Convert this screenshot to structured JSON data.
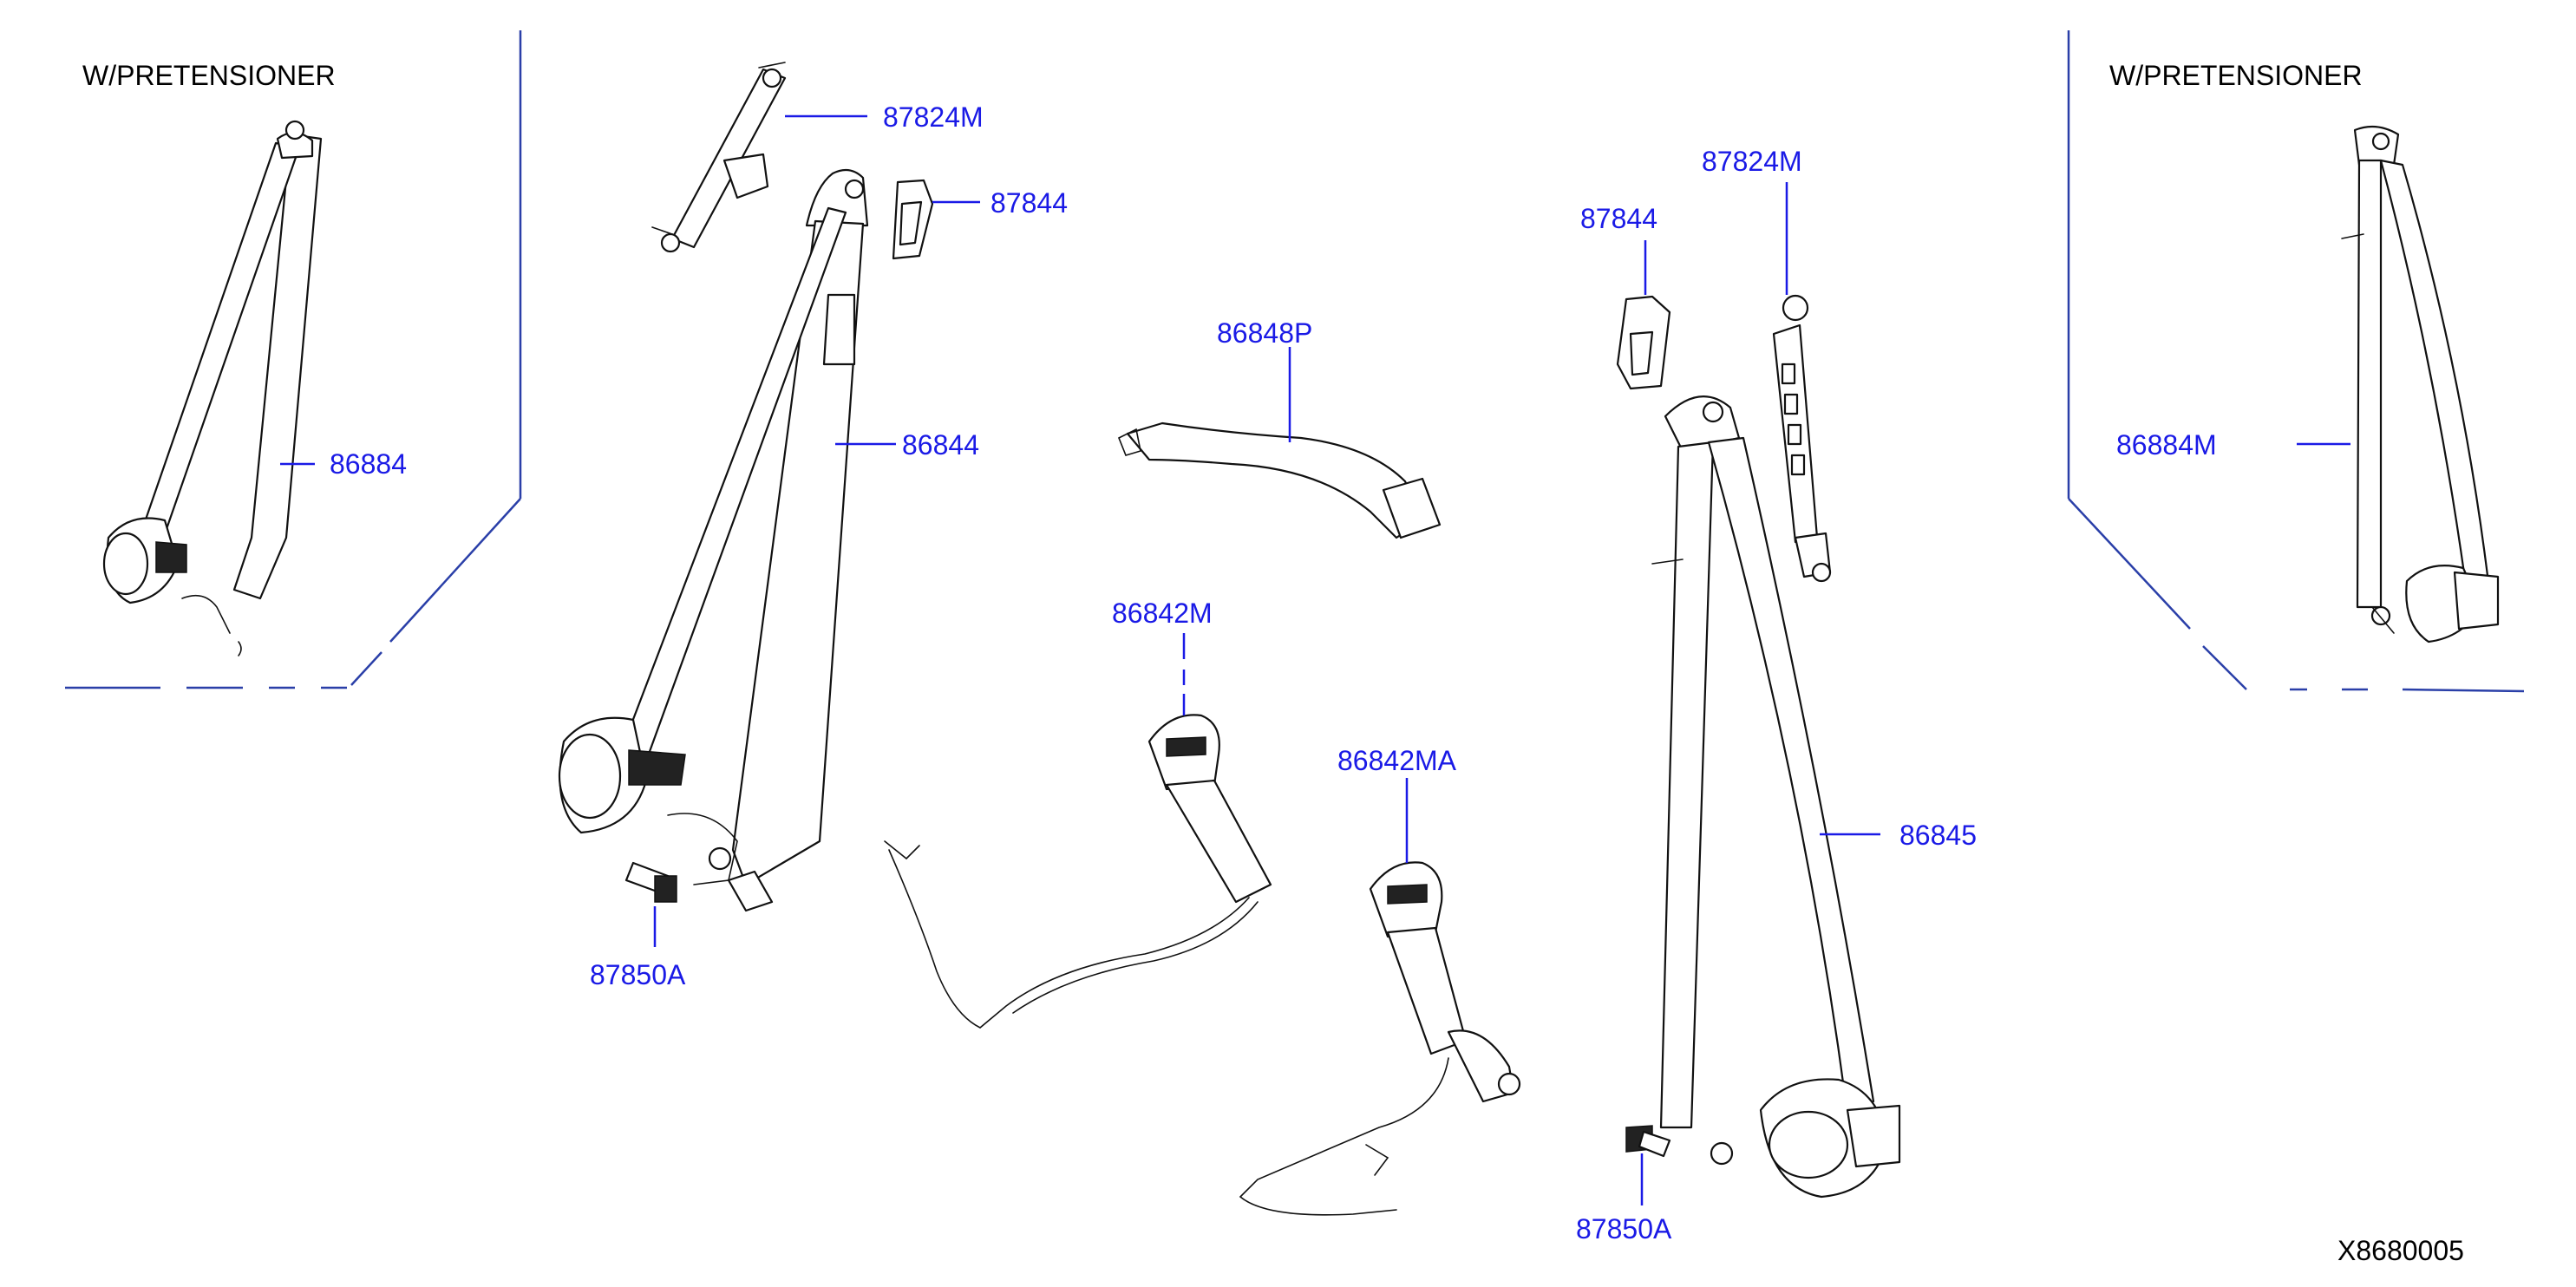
{
  "notes": {
    "left_variant": "W/PRETENSIONER",
    "right_variant": "W/PRETENSIONER",
    "diagram_id": "X8680005"
  },
  "callouts": {
    "p86884": "86884",
    "p87824M_left": "87824M",
    "p87844_left": "87844",
    "p86844": "86844",
    "p87850A_left": "87850A",
    "p86848P": "86848P",
    "p86842M": "86842M",
    "p86842MA": "86842MA",
    "p87844_right": "87844",
    "p87824M_right": "87824M",
    "p86845": "86845",
    "p87850A_right": "87850A",
    "p86884M": "86884M"
  },
  "colors": {
    "callout_text": "#1a1ae6",
    "leader_line": "#1a1ae6",
    "panel_border": "#2a3fa8",
    "part_outline": "#111111"
  }
}
